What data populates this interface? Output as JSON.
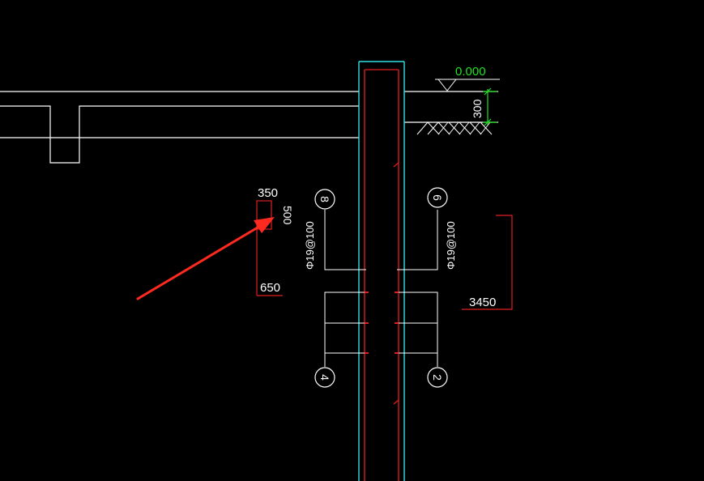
{
  "drawing": {
    "background": "#000000",
    "colors": {
      "white": "#ffffff",
      "cyan": "#33e0e0",
      "red": "#e02020",
      "green": "#20e020",
      "arrow": "#ff2a1f"
    },
    "elevation_label": "0.000",
    "slab_thickness_label": "300",
    "small_rect": {
      "width_label": "350",
      "height_label": "500",
      "bottom_label": "650"
    },
    "span_label": "3450",
    "rebar_labels": {
      "left": "Φ19@100",
      "right": "Φ19@100"
    },
    "markers": {
      "top_left": "8",
      "top_right": "6",
      "bottom_left": "4",
      "bottom_right": "2"
    }
  }
}
